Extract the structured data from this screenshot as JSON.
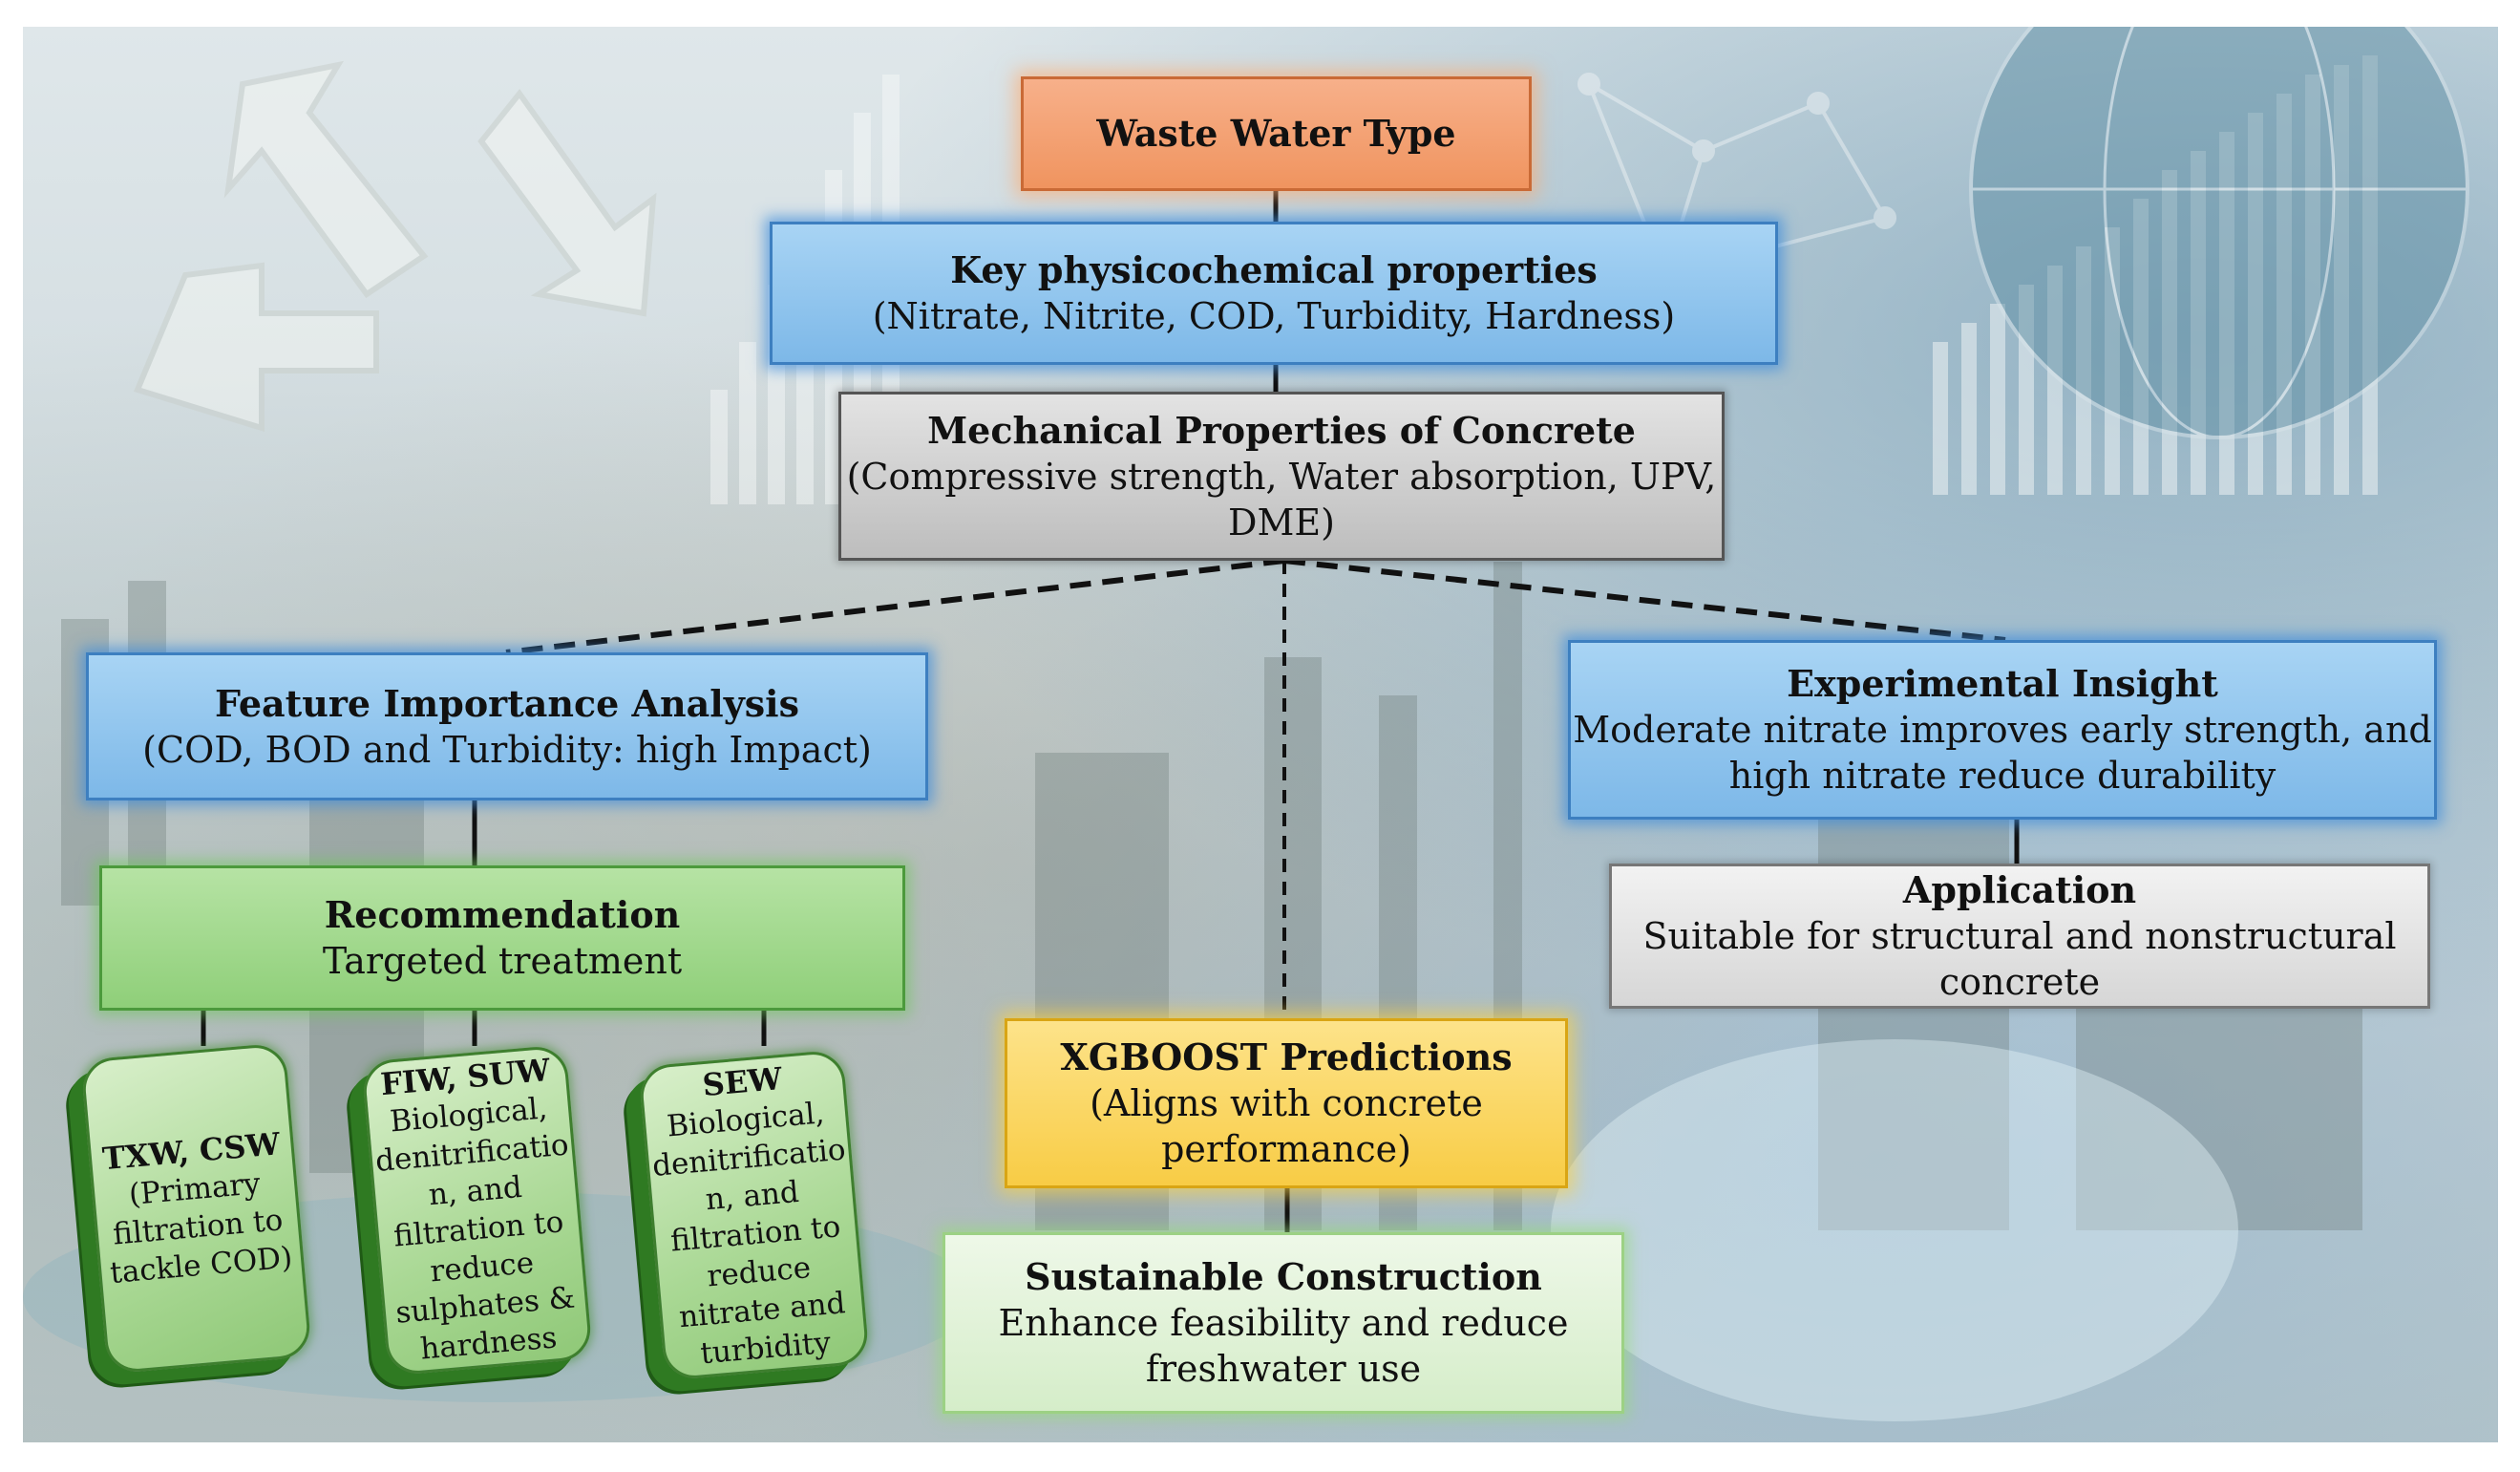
{
  "nodes": {
    "waste_water": {
      "title": "Waste Water Type"
    },
    "physicochemical": {
      "title": "Key physicochemical properties",
      "body": "(Nitrate, Nitrite, COD, Turbidity, Hardness)"
    },
    "mechanical": {
      "title": "Mechanical Properties of Concrete",
      "body_1": "(Compressive strength, Water absorption, UPV,",
      "body_2": "DME)"
    },
    "feature_importance": {
      "title": "Feature Importance Analysis",
      "body": "(COD, BOD and Turbidity: high Impact)"
    },
    "experimental": {
      "title": "Experimental Insight",
      "body_1": "Moderate nitrate improves early strength, and",
      "body_2": "high nitrate reduce durability"
    },
    "recommendation": {
      "title": "Recommendation",
      "body": "Targeted treatment"
    },
    "application": {
      "title": "Application",
      "body_1": "Suitable for structural and nonstructural",
      "body_2": "concrete"
    },
    "xgboost": {
      "title": "XGBOOST Predictions",
      "body_1": "(Aligns with concrete",
      "body_2": "performance)"
    },
    "sustainable": {
      "title": "Sustainable Construction",
      "body_1": "Enhance feasibility and reduce",
      "body_2": "freshwater use"
    }
  },
  "treatment_cards": [
    {
      "title": "TXW, CSW",
      "lines": [
        "(Primary",
        "filtration to",
        "tackle COD)"
      ]
    },
    {
      "title": "FIW, SUW",
      "lines": [
        "Biological,",
        "denitrificatio",
        "n, and",
        "filtration to",
        "reduce",
        "sulphates &",
        "hardness"
      ]
    },
    {
      "title": "SEW",
      "lines": [
        "Biological,",
        "denitrificatio",
        "n, and",
        "filtration to",
        "reduce",
        "nitrate and",
        "turbidity"
      ]
    }
  ],
  "colors": {
    "orange": "#f0945f",
    "blue": "#7db8e8",
    "gray": "#bdbdbd",
    "green": "#8fcf79",
    "yellow": "#f8cc45",
    "light_green": "#d5edc9",
    "connector": "#111111"
  },
  "background_icons": [
    "recycle-icon",
    "bar-chart-icon",
    "network-icon",
    "globe-icon",
    "factory-icon"
  ]
}
